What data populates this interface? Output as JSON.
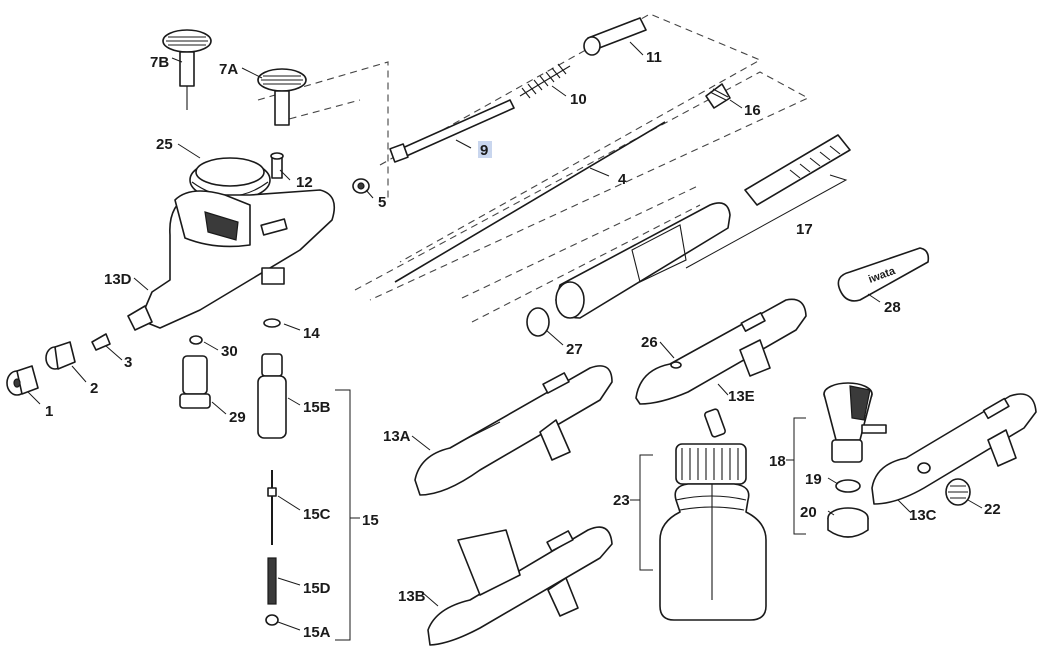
{
  "labels": {
    "p1": "1",
    "p2": "2",
    "p3": "3",
    "p4": "4",
    "p5": "5",
    "p7a": "7A",
    "p7b": "7B",
    "p9": "9",
    "p10": "10",
    "p11": "11",
    "p12": "12",
    "p13a": "13A",
    "p13b": "13B",
    "p13c": "13C",
    "p13d": "13D",
    "p13e": "13E",
    "p14": "14",
    "p15": "15",
    "p15a": "15A",
    "p15b": "15B",
    "p15c": "15C",
    "p15d": "15D",
    "p16": "16",
    "p17": "17",
    "p18": "18",
    "p19": "19",
    "p20": "20",
    "p22": "22",
    "p23": "23",
    "p25": "25",
    "p26": "26",
    "p27": "27",
    "p28": "28",
    "p29": "29",
    "p30": "30"
  },
  "wrench_brand": "iwata"
}
